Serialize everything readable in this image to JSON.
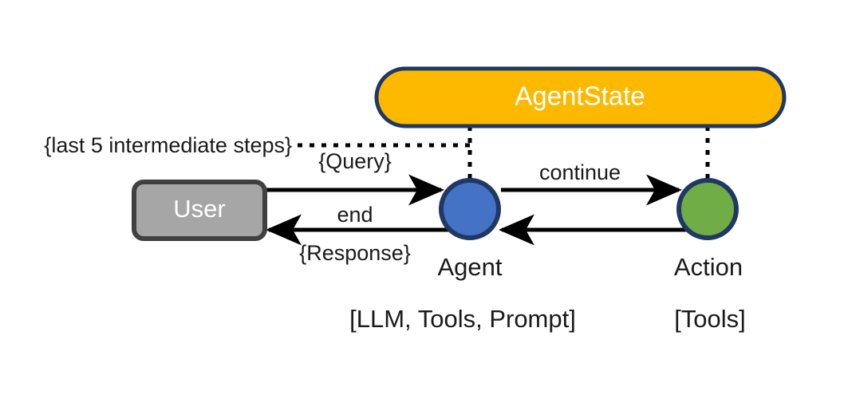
{
  "diagram": {
    "title_node": {
      "label": "AgentState",
      "shape": "stadium",
      "fill": "#FCB900",
      "stroke": "#1F3864",
      "text_color": "#FFFFFF"
    },
    "nodes": [
      {
        "id": "user",
        "label": "User",
        "shape": "rounded-rect",
        "fill": "#A6A6A6",
        "stroke": "#404040",
        "text_color": "#FFFFFF",
        "caption": "",
        "subcaption": ""
      },
      {
        "id": "agent",
        "label": "",
        "shape": "circle",
        "fill": "#4472C4",
        "stroke": "#1F3864",
        "text_color": "#FFFFFF",
        "caption": "Agent",
        "subcaption": "[LLM, Tools, Prompt]"
      },
      {
        "id": "action",
        "label": "",
        "shape": "circle",
        "fill": "#70AD47",
        "stroke": "#1F3864",
        "text_color": "#FFFFFF",
        "caption": "Action",
        "subcaption": "[Tools]"
      }
    ],
    "edges": [
      {
        "id": "user-to-agent",
        "from": "user",
        "to": "agent",
        "style": "solid",
        "arrow": "end",
        "label_above": "{Query}",
        "label_below": ""
      },
      {
        "id": "agent-to-user",
        "from": "agent",
        "to": "user",
        "style": "solid",
        "arrow": "end",
        "label_above": "end",
        "label_below": "{Response}"
      },
      {
        "id": "agent-to-action",
        "from": "agent",
        "to": "action",
        "style": "solid",
        "arrow": "end",
        "label_above": "continue",
        "label_below": ""
      },
      {
        "id": "action-to-agent",
        "from": "action",
        "to": "agent",
        "style": "solid",
        "arrow": "end",
        "label_above": "",
        "label_below": ""
      },
      {
        "id": "state-to-agent",
        "from": "agentstate",
        "to": "agent",
        "style": "dotted",
        "arrow": "none",
        "label_above": "",
        "label_below": ""
      },
      {
        "id": "state-to-action",
        "from": "agentstate",
        "to": "action",
        "style": "dotted",
        "arrow": "none",
        "label_above": "",
        "label_below": ""
      },
      {
        "id": "state-memory-note",
        "from": "agentstate",
        "to": "note",
        "style": "dotted",
        "arrow": "none",
        "label_above": "",
        "label_below": ""
      }
    ],
    "annotations": {
      "memory_note": "{last 5 intermediate steps}"
    }
  }
}
